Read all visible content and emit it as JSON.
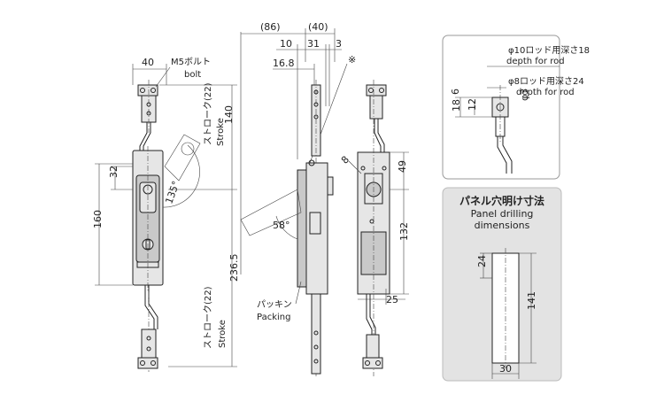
{
  "front_view": {
    "dims": {
      "width_top": "40",
      "h_32": "32",
      "h_160": "160",
      "h_140": "140",
      "h_236_5": "236.5",
      "angle_135": "135°"
    },
    "labels": {
      "bolt_jp": "M5ボルト",
      "bolt_en": "bolt",
      "stroke_jp_1": "ストローク(22)",
      "stroke_en_1": "Stroke",
      "stroke_jp_2": "ストローク(22)",
      "stroke_en_2": "Stroke"
    }
  },
  "side_view": {
    "dims": {
      "d86": "(86)",
      "d40": "(40)",
      "d10": "10",
      "d31": "31",
      "d3": "3",
      "d16_8": "16.8",
      "angle_58": "58°",
      "mark": "※"
    },
    "labels": {
      "packing_jp": "パッキン",
      "packing_en": "Packing"
    }
  },
  "rear_view": {
    "dims": {
      "d8": "8",
      "d49": "49",
      "d132": "132",
      "d25": "25"
    }
  },
  "detail_box": {
    "line1_jp": "φ10ロッド用深さ18",
    "line1_en": "depth for rod",
    "line2_jp": "φ8ロッド用深さ24",
    "line2_en": "depth for rod",
    "d18": "18",
    "d6": "6",
    "d12": "12",
    "d3": "φ3"
  },
  "panel_box": {
    "title_jp": "パネル穴明け寸法",
    "title_en_1": "Panel drilling",
    "title_en_2": "dimensions",
    "d24": "24",
    "d141": "141",
    "d30": "30"
  }
}
